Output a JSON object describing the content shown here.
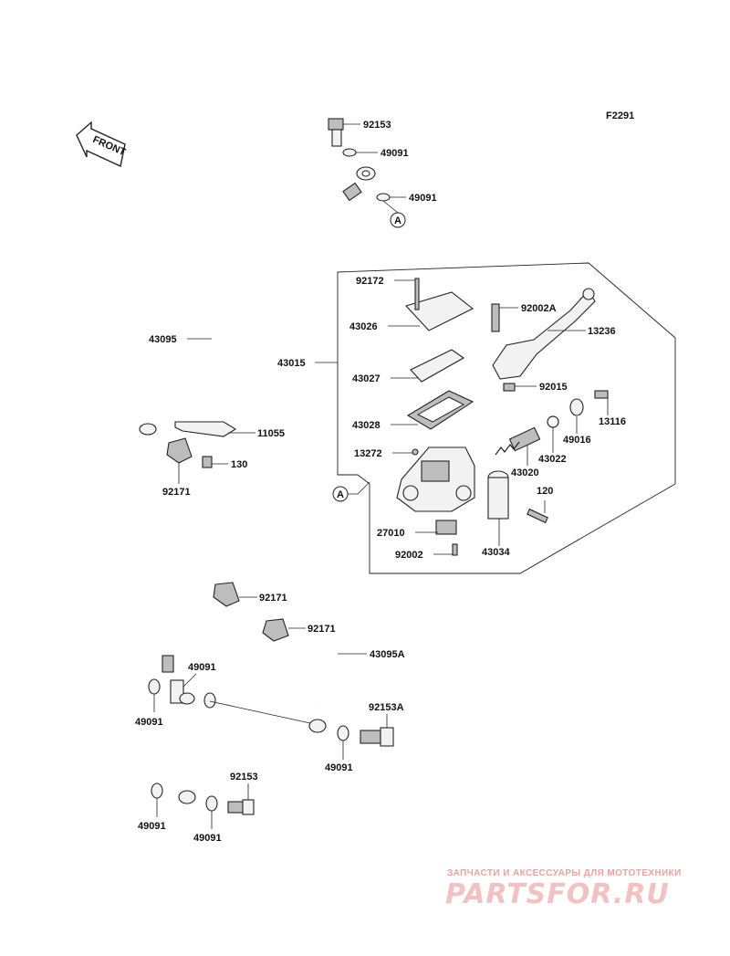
{
  "figure_code": "F2291",
  "front_label": "FRONT",
  "ref_marker": "A",
  "labels": {
    "l_92153_top": "92153",
    "l_49091_a": "49091",
    "l_49091_b": "49091",
    "l_43095": "43095",
    "l_43015": "43015",
    "l_92172": "92172",
    "l_43026": "43026",
    "l_43027": "43027",
    "l_43028": "43028",
    "l_13272": "13272",
    "l_27010": "27010",
    "l_92002": "92002",
    "l_43034": "43034",
    "l_92002A": "92002A",
    "l_13236": "13236",
    "l_92015": "92015",
    "l_13116": "13116",
    "l_49016": "49016",
    "l_43022": "43022",
    "l_43020": "43020",
    "l_120": "120",
    "l_11055": "11055",
    "l_130": "130",
    "l_92171_a": "92171",
    "l_92171_b": "92171",
    "l_92171_c": "92171",
    "l_43095A": "43095A",
    "l_49091_c": "49091",
    "l_49091_d": "49091",
    "l_92153A": "92153A",
    "l_49091_e": "49091",
    "l_92153_bot": "92153",
    "l_49091_f": "49091",
    "l_49091_g": "49091"
  },
  "watermark": {
    "subtitle": "ЗАПЧАСТИ И АКСЕССУАРЫ ДЛЯ МОТОТЕХНИКИ",
    "logo": "PARTSFOR.RU"
  }
}
